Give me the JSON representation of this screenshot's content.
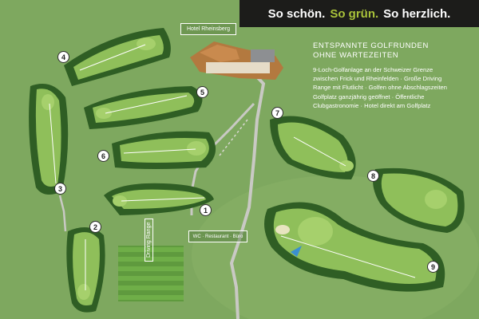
{
  "slogan": {
    "part1": "So schön.",
    "part2": "So grün.",
    "part3": "So herzlich."
  },
  "hotel_label": "Hotel Rheinsberg",
  "facilities_label": "WC · Restaurant · Büro",
  "range_label": "Driving Range",
  "info": {
    "title_line1": "ENTSPANNTE GOLFRUNDEN",
    "title_line2": "OHNE WARTEZEITEN",
    "text": [
      "9-Loch-Golfanlage an der Schweizer Grenze",
      "zwischen Frick und Rheinfelden · Große Driving",
      "Range mit Flutlicht · Golfen ohne Abschlagszeiten",
      "Golfplatz ganzjährig geöffnet · Öffentliche",
      "Clubgastronomie · Hotel direkt am Golfplatz"
    ]
  },
  "holes": [
    "1",
    "2",
    "3",
    "4",
    "5",
    "6",
    "7",
    "8",
    "9"
  ],
  "colors": {
    "background": "#7ea85f",
    "fairway": "#8fbf5a",
    "slogan_bar": "#1c1c1a",
    "slogan_green": "#a9c23a"
  }
}
